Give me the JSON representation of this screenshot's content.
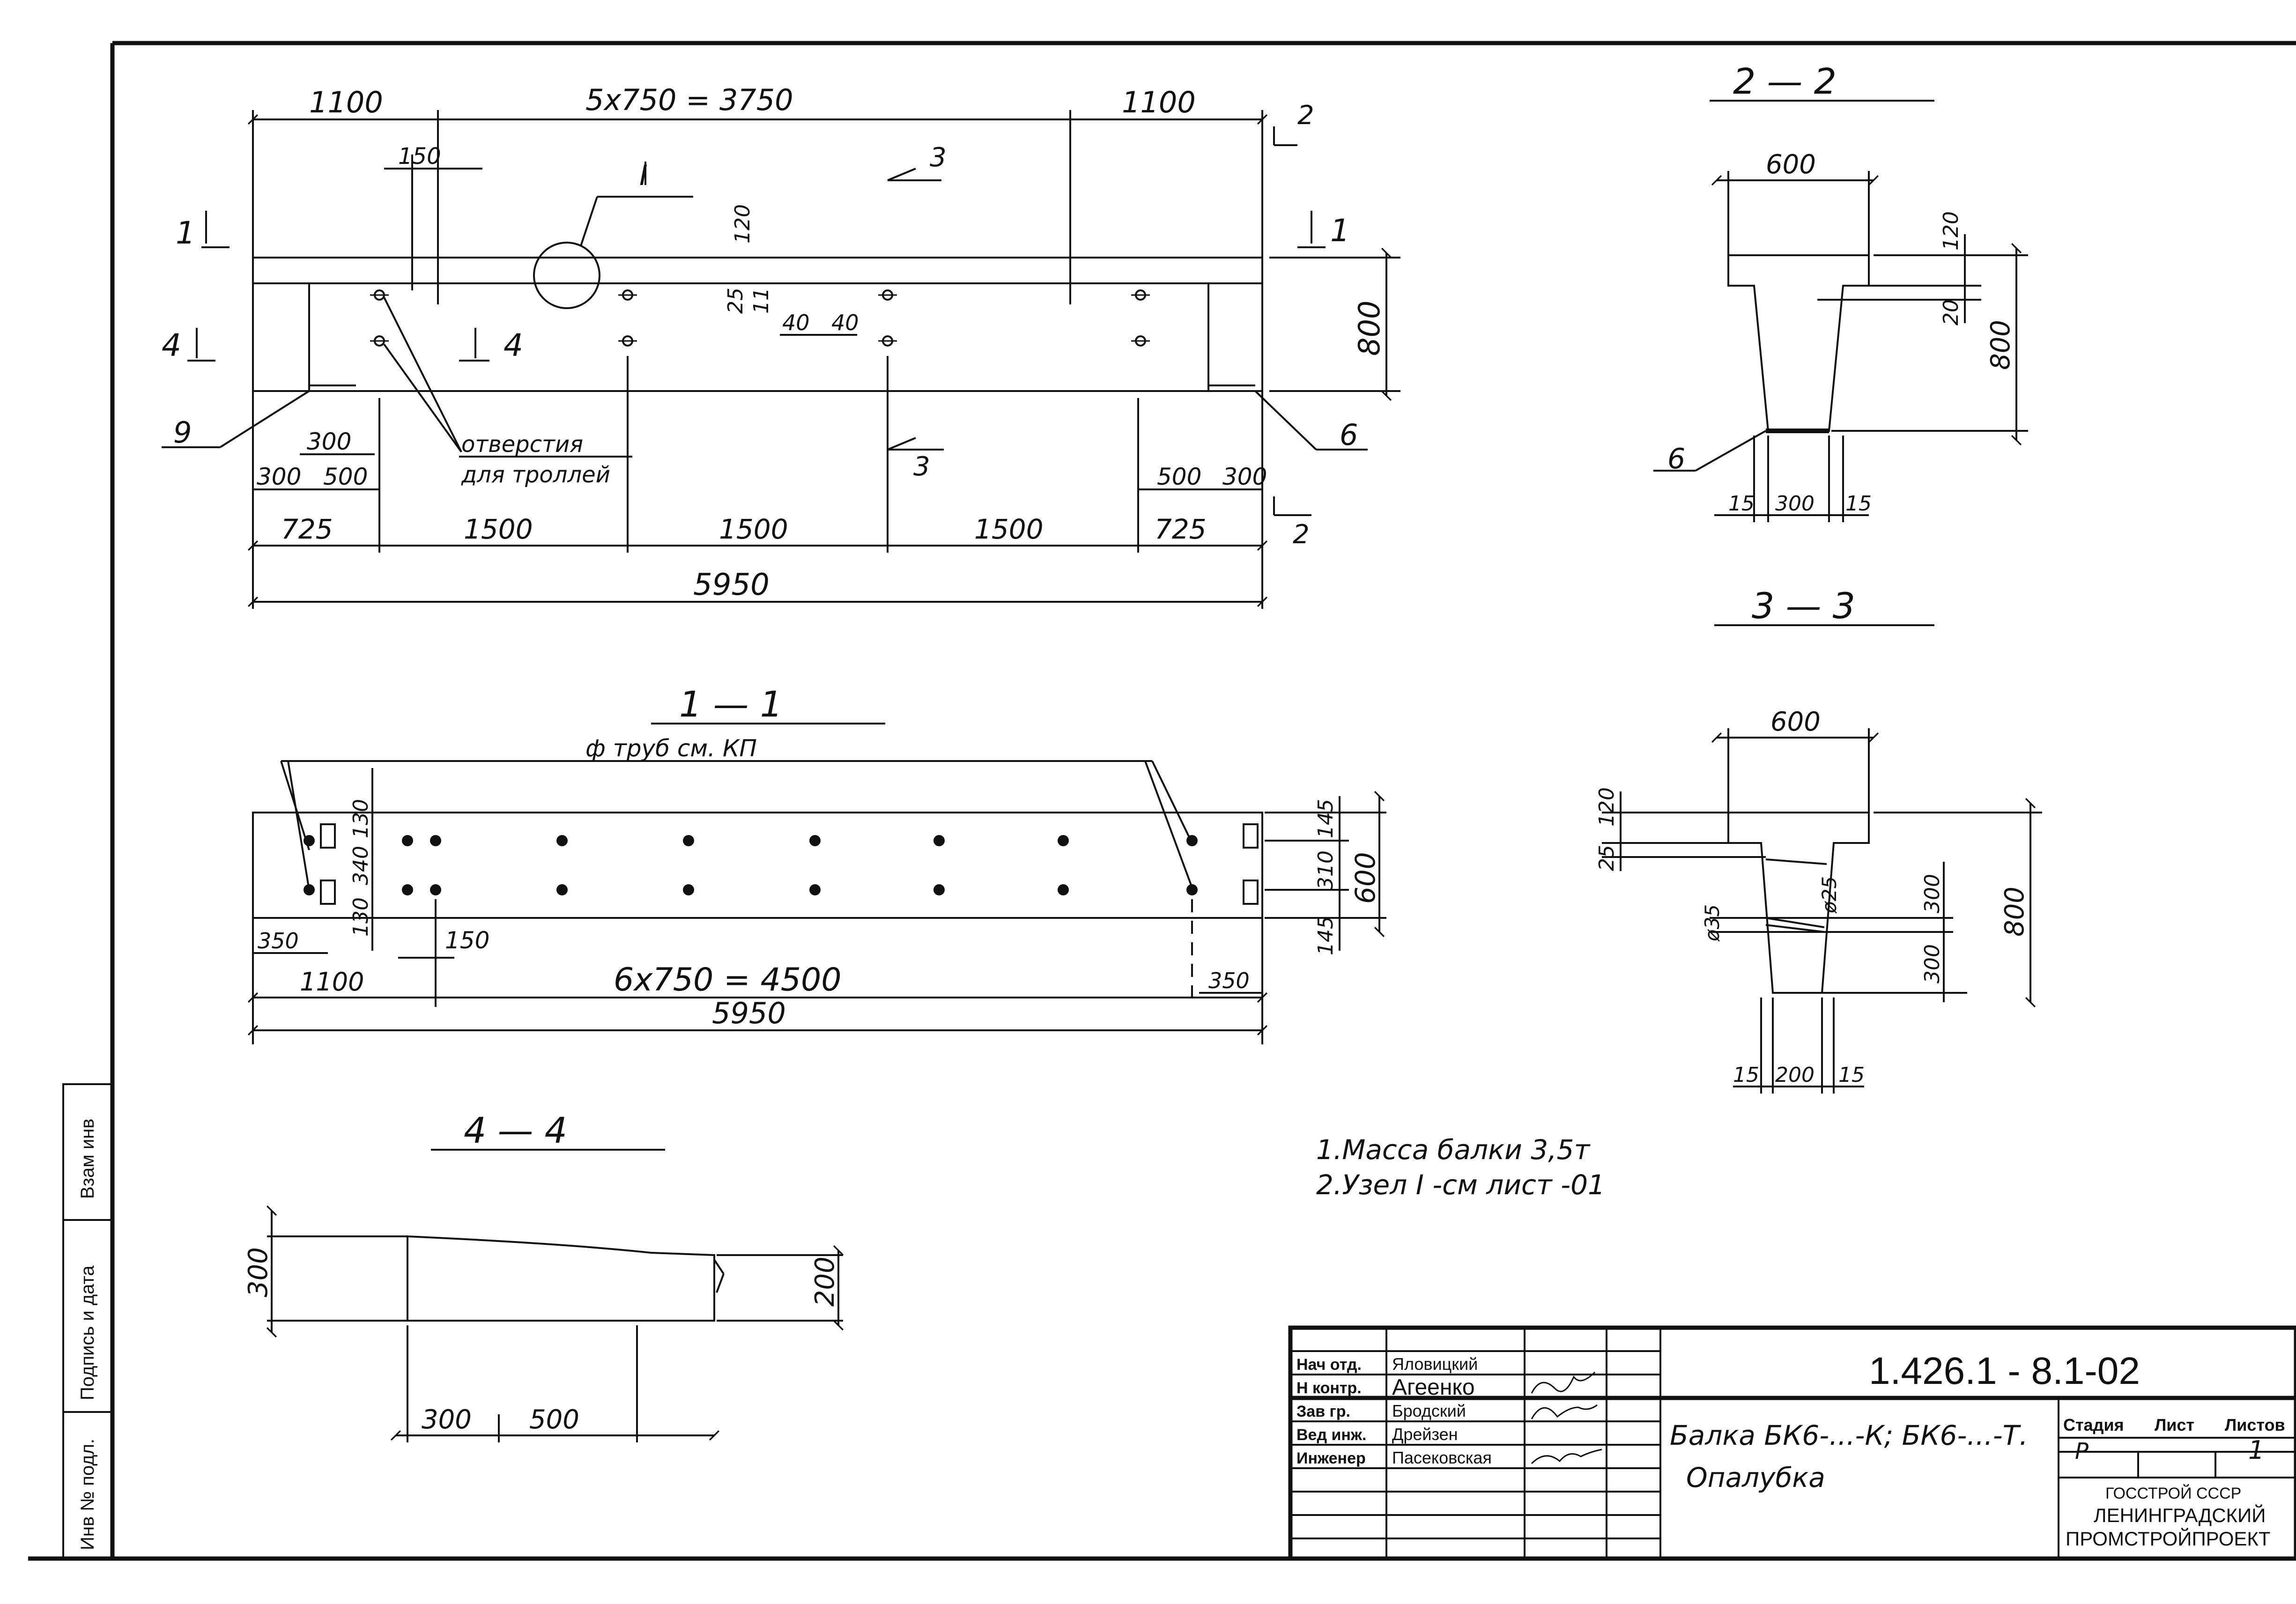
{
  "plan": {
    "dims_top": [
      "1100",
      "5х750 = 3750",
      "1100"
    ],
    "dim_150": "150",
    "node_mark": "I",
    "section_marks": {
      "s1": "1",
      "s2": "2",
      "s3": "3",
      "s4": "4"
    },
    "dim_120": "120",
    "dim_25": "25",
    "dim_11": "11",
    "dim_40a": "40",
    "dim_40b": "40",
    "dim_800": "800",
    "callout_9": "9",
    "callout_6": "6",
    "holes_label_1": "отверстия",
    "holes_label_2": "для троллей",
    "dim_300": "300",
    "dims_lower_left": [
      "300",
      "500"
    ],
    "dims_lower_right": [
      "500",
      "300"
    ],
    "dims_bottom": [
      "725",
      "1500",
      "1500",
      "1500",
      "725"
    ],
    "total": "5950"
  },
  "section_1_1": {
    "title": "1 — 1",
    "pipe_note": "ф труб   см. КП",
    "dims_left": [
      "130",
      "340",
      "130"
    ],
    "dims_right": [
      "145",
      "310",
      "600",
      "145"
    ],
    "dim_350_left": "350",
    "dim_150": "150",
    "dim_1100": "1100",
    "dim_center": "6х750 = 4500",
    "dim_350_right": "350",
    "total": "5950"
  },
  "section_4_4": {
    "title": "4 — 4",
    "dim_300": "300",
    "dim_200": "200",
    "dims_bottom": [
      "300",
      "500"
    ]
  },
  "section_2_2": {
    "title": "2 — 2",
    "dim_600": "600",
    "dim_120": "120",
    "dim_20": "20",
    "dim_800": "800",
    "callout_6": "6",
    "dims_bottom": [
      "15",
      "300",
      "15"
    ]
  },
  "section_3_3": {
    "title": "3 — 3",
    "dim_600": "600",
    "dim_120": "120",
    "dim_25": "25",
    "dia_25": "ø25",
    "dia_35": "ø35",
    "dims_right": [
      "300",
      "300"
    ],
    "dim_800": "800",
    "dims_bottom": [
      "15",
      "200",
      "15"
    ]
  },
  "notes": [
    "1.Масса балки 3,5т",
    "2.Узел I -см лист -01"
  ],
  "side_stamp": [
    "Взам инв",
    "Подпись и дата",
    "Инв № подл."
  ],
  "title_block": {
    "roles": [
      "Нач отд.",
      "Н контр.",
      "Зав гр.",
      "Вед инж.",
      "Инженер"
    ],
    "names": [
      "Яловицкий",
      "Агеенко",
      "Бродский",
      "Дрейзен",
      "Пасековская"
    ],
    "doc_code": "1.426.1 - 8.1-02",
    "title_line1": "Балка БК6-...-К; БК6-...-Т.",
    "title_line2": "Опалубка",
    "col_headers": [
      "Стадия",
      "Лист",
      "Листов"
    ],
    "stage": "Р",
    "sheet": "1",
    "org_line1": "ГОССТРОЙ СССР",
    "org_line2": "ЛЕНИНГРАДСКИЙ",
    "org_line3": "ПРОМСТРОЙПРОЕКТ"
  }
}
